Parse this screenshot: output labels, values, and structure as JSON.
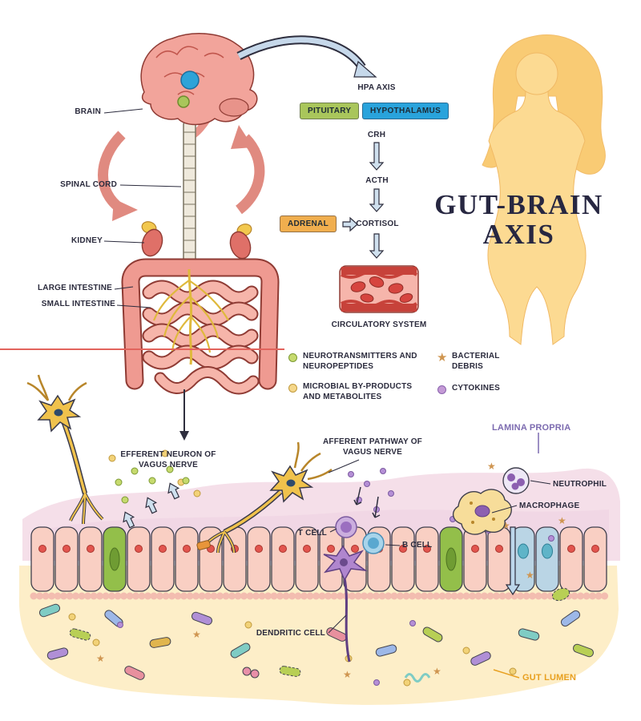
{
  "title": {
    "line1": "GUT-BRAIN",
    "line2": "AXIS"
  },
  "anatomy": {
    "brain": "BRAIN",
    "spinal_cord": "SPINAL CORD",
    "kidney": "KIDNEY",
    "large_intestine": "LARGE INTESTINE",
    "small_intestine": "SMALL INTESTINE"
  },
  "hpa": {
    "axis_title": "HPA AXIS",
    "pituitary": "PITUITARY",
    "hypothalamus": "HYPOTHALAMUS",
    "crh": "CRH",
    "acth": "ACTH",
    "adrenal": "ADRENAL",
    "cortisol": "CORTISOL",
    "circulatory_system": "CIRCULATORY SYSTEM"
  },
  "legend": {
    "neurotransmitters": "NEUROTRANSMITTERS AND NEUROPEPTIDES",
    "microbial": "MICROBIAL BY-PRODUCTS AND METABOLITES",
    "bacterial_debris": "BACTERIAL DEBRIS",
    "cytokines": "CYTOKINES"
  },
  "gut": {
    "efferent": "EFFERENT NEURON OF VAGUS NERVE",
    "afferent": "AFFERENT PATHWAY OF VAGUS NERVE",
    "lamina_propria": "LAMINA PROPRIA",
    "neutrophil": "NEUTROPHIL",
    "macrophage": "MACROPHAGE",
    "t_cell": "T CELL",
    "b_cell": "B CELL",
    "dendritic_cell": "DENDRITIC CELL",
    "gut_lumen": "GUT LUMEN"
  },
  "colors": {
    "pituitary_box": "#a9c65b",
    "hypothalamus_box": "#29a3dc",
    "adrenal_box": "#f0ae4e",
    "title_text": "#272741",
    "lamina_propria_label": "#7c6bb0",
    "gut_lumen_label": "#e8a020",
    "neurotransmitters_dot": "#c6da6e",
    "microbial_dot": "#f5d78a",
    "bacterial_debris_star": "#cf9550",
    "cytokines_dot": "#c49ad6"
  }
}
